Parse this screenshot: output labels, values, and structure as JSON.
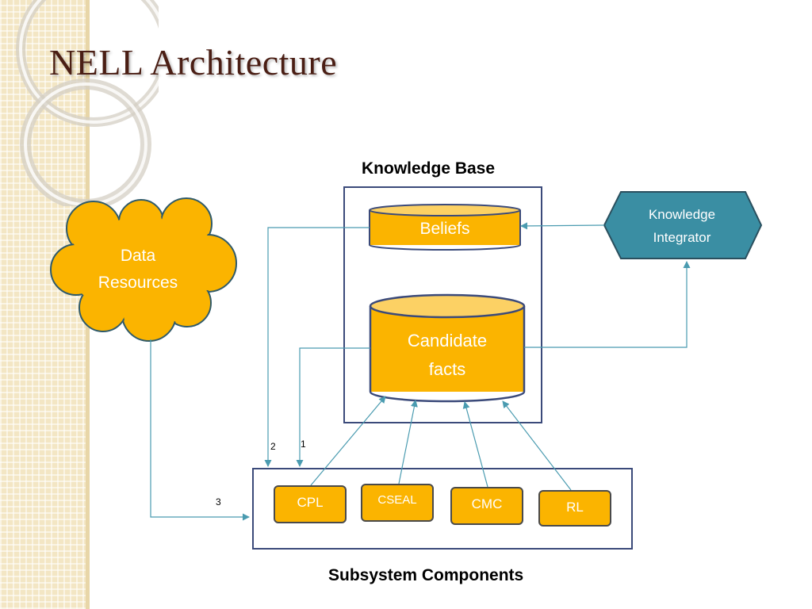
{
  "slide": {
    "title": "NELL Architecture"
  },
  "knowledge_base": {
    "heading": "Knowledge Base",
    "beliefs": "Beliefs",
    "candidate_facts": [
      "Candidate",
      "facts"
    ]
  },
  "data_resources": {
    "label": [
      "Data",
      "Resources"
    ]
  },
  "knowledge_integrator": {
    "label": [
      "Knowledge",
      "Integrator"
    ]
  },
  "subsystem": {
    "heading": "Subsystem Components",
    "components": [
      "CPL",
      "CSEAL",
      "CMC",
      "RL"
    ]
  },
  "flow_labels": [
    "1",
    "2",
    "3"
  ],
  "colors": {
    "title": "#4a1e14",
    "node_fill": "#fbb400",
    "node_fill_light": "#fcd164",
    "integrator_fill": "#3a8ea3",
    "box_border": "#3b4a7a",
    "arrow": "#4a9bb0",
    "side_strip": "#f3e6c4"
  }
}
